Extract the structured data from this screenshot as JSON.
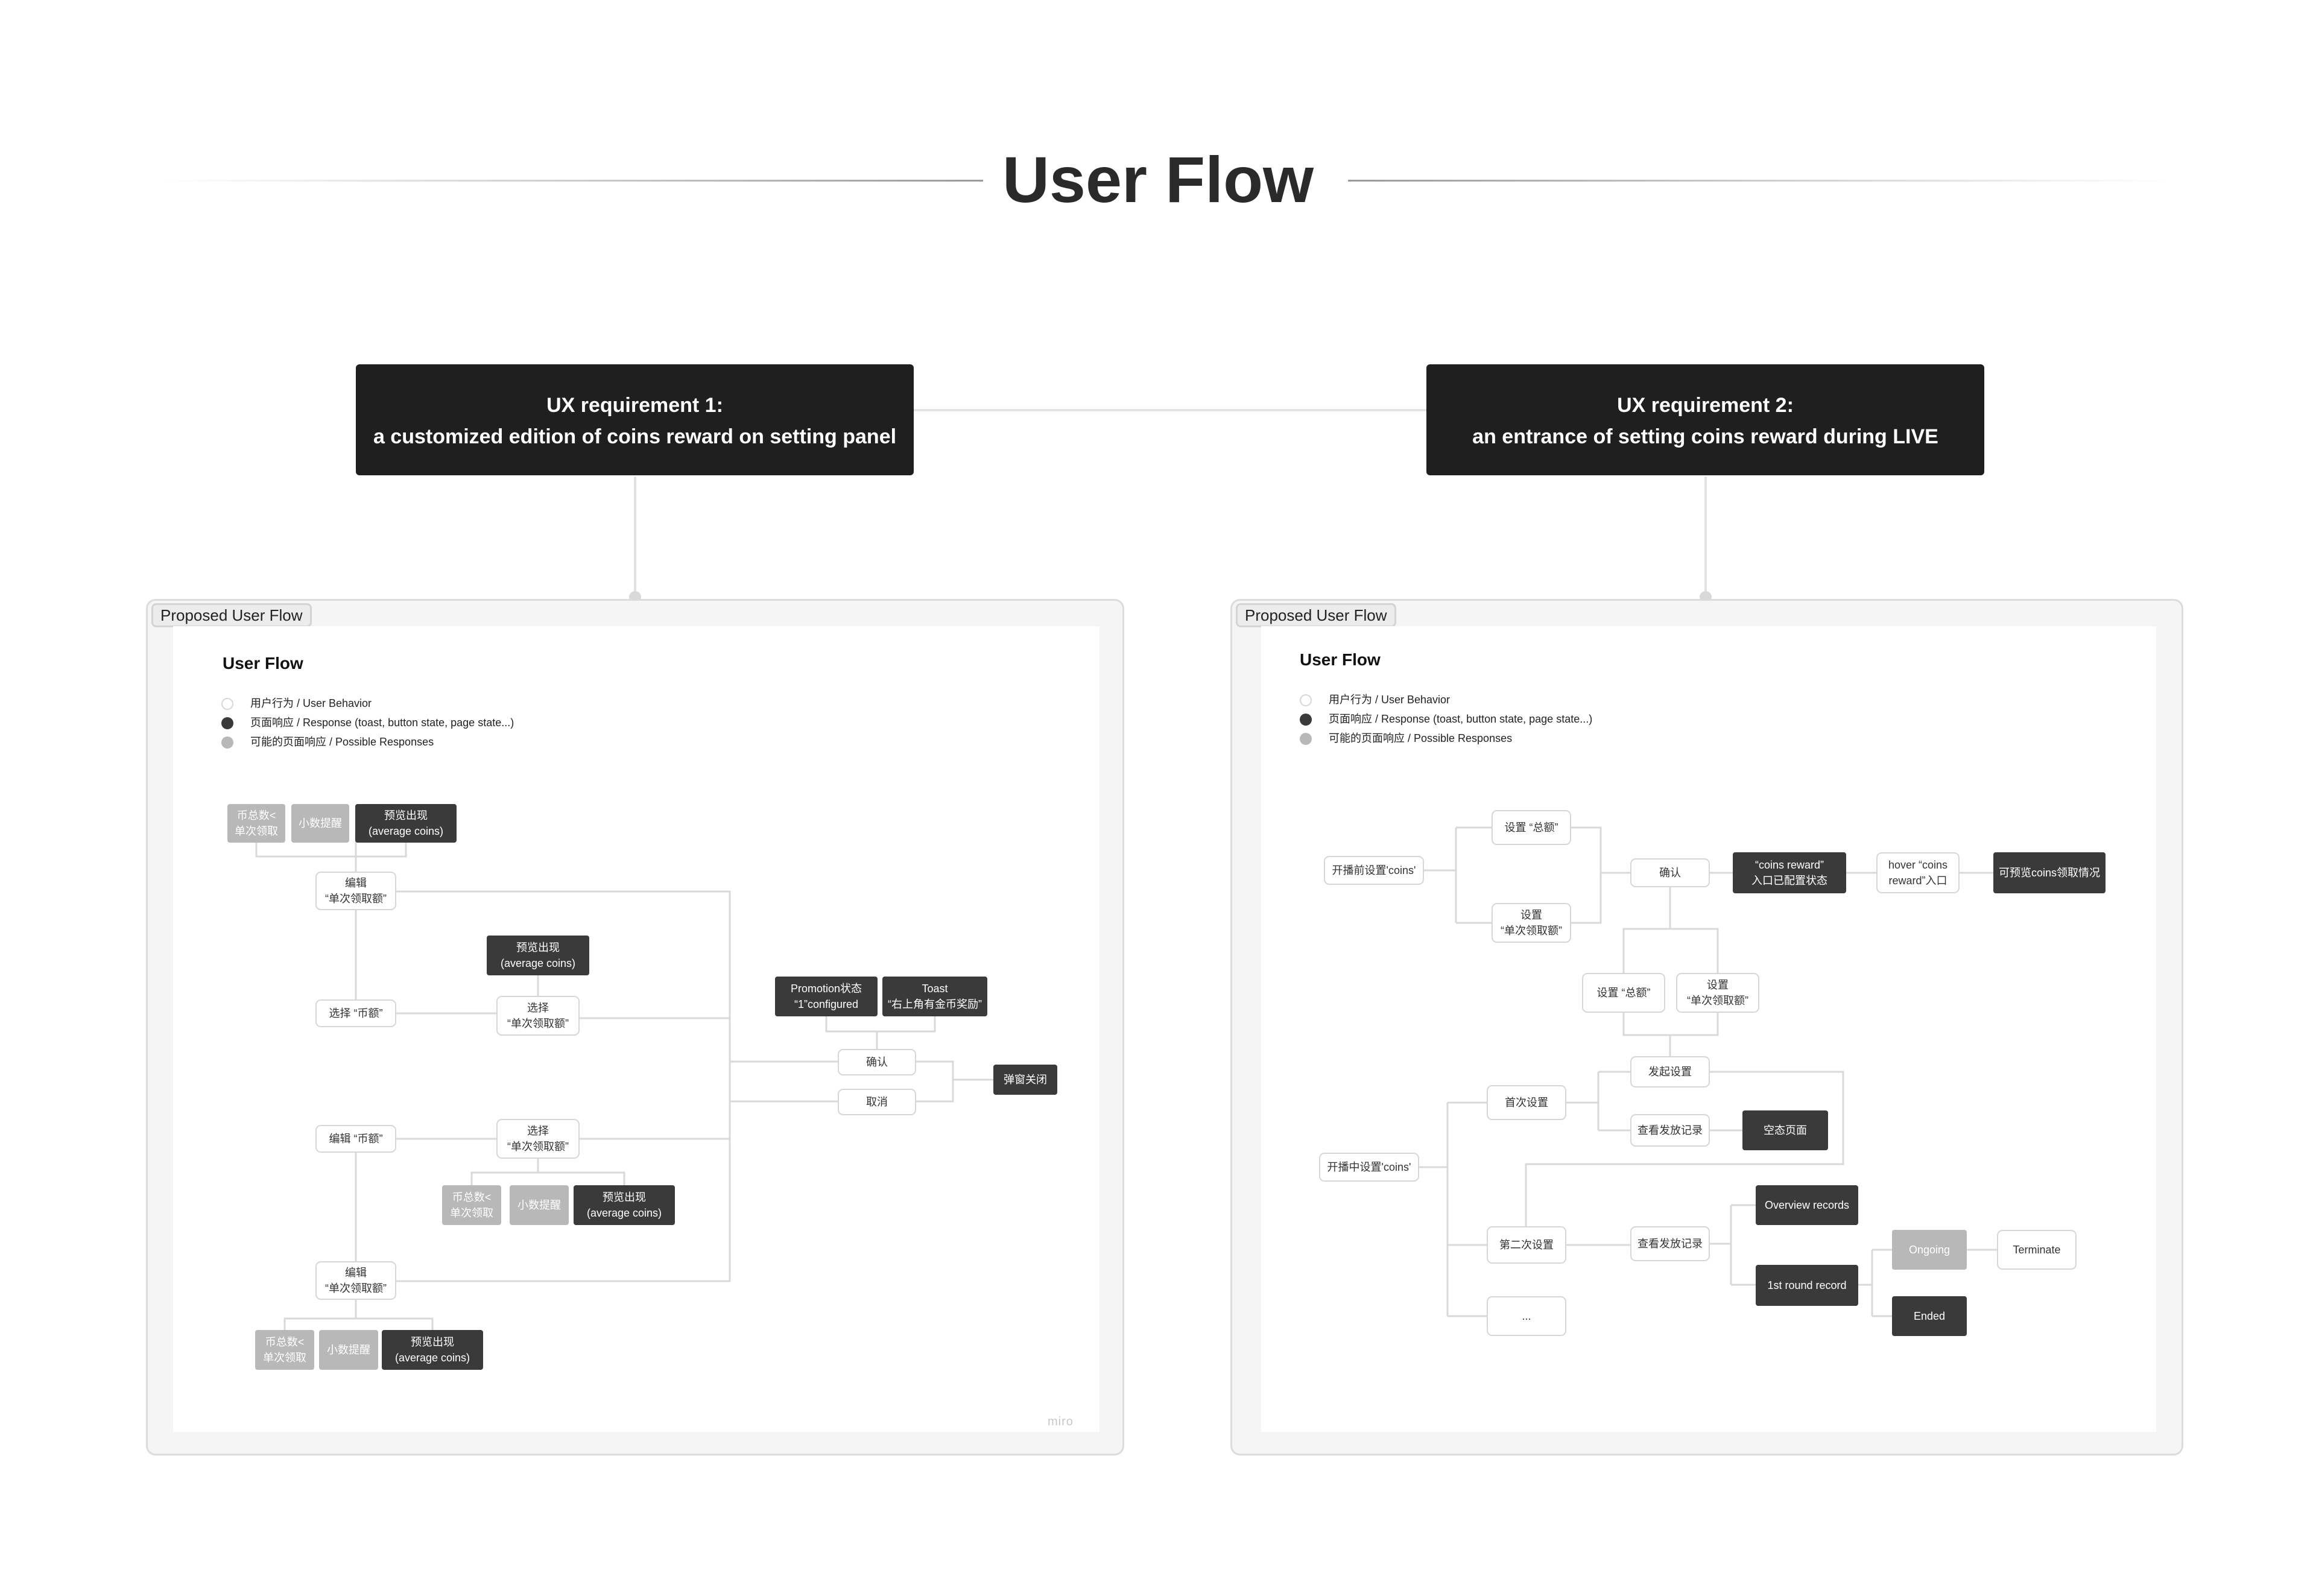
{
  "page": {
    "title": "User Flow"
  },
  "requirements": {
    "req1": {
      "line1": "UX requirement 1:",
      "line2": "a customized edition of coins reward on setting panel"
    },
    "req2": {
      "line1": "UX requirement 2:",
      "line2": "an entrance of setting coins reward during LIVE"
    }
  },
  "colors": {
    "dark": "#3a3a3a",
    "gray": "#b8b8b8",
    "white": "#ffffff",
    "connector": "#d9d9d9"
  },
  "panels": [
    {
      "tag": "Proposed User Flow",
      "flow_title": "User Flow",
      "legend": [
        {
          "text": "用户行为 / User Behavior",
          "kind": "white"
        },
        {
          "text": "页面响应 / Response (toast, button state, page state...)",
          "kind": "dark"
        },
        {
          "text": "可能的页面响应 / Possible Responses",
          "kind": "gray"
        }
      ],
      "watermark": "miro",
      "nodes": [
        {
          "kind": "gray",
          "lines": [
            "币总数<",
            "单次领取"
          ]
        },
        {
          "kind": "gray",
          "lines": [
            "小数提醒"
          ]
        },
        {
          "kind": "dark",
          "lines": [
            "预览出现",
            "(average coins)"
          ]
        },
        {
          "kind": "white",
          "lines": [
            "编辑",
            "“单次领取额”"
          ]
        },
        {
          "kind": "dark",
          "lines": [
            "预览出现",
            "(average coins)"
          ]
        },
        {
          "kind": "white",
          "lines": [
            "选择 “币额”"
          ]
        },
        {
          "kind": "white",
          "lines": [
            "选择",
            "“单次领取额”"
          ]
        },
        {
          "kind": "dark",
          "lines": [
            "Promotion状态",
            "“1”configured"
          ]
        },
        {
          "kind": "dark",
          "lines": [
            "Toast",
            "“右上角有金币奖励”"
          ]
        },
        {
          "kind": "white",
          "lines": [
            "确认"
          ]
        },
        {
          "kind": "white",
          "lines": [
            "取消"
          ]
        },
        {
          "kind": "dark",
          "lines": [
            "弹窗关闭"
          ]
        },
        {
          "kind": "white",
          "lines": [
            "编辑 “币额”"
          ]
        },
        {
          "kind": "white",
          "lines": [
            "选择",
            "“单次领取额”"
          ]
        },
        {
          "kind": "gray",
          "lines": [
            "币总数<",
            "单次领取"
          ]
        },
        {
          "kind": "gray",
          "lines": [
            "小数提醒"
          ]
        },
        {
          "kind": "dark",
          "lines": [
            "预览出现",
            "(average coins)"
          ]
        },
        {
          "kind": "white",
          "lines": [
            "编辑",
            "“单次领取额”"
          ]
        },
        {
          "kind": "gray",
          "lines": [
            "币总数<",
            "单次领取"
          ]
        },
        {
          "kind": "gray",
          "lines": [
            "小数提醒"
          ]
        },
        {
          "kind": "dark",
          "lines": [
            "预览出现",
            "(average coins)"
          ]
        }
      ]
    },
    {
      "tag": "Proposed User Flow",
      "flow_title": "User Flow",
      "legend": [
        {
          "text": "用户行为 / User Behavior",
          "kind": "white"
        },
        {
          "text": "页面响应 / Response (toast, button state, page state...)",
          "kind": "dark"
        },
        {
          "text": "可能的页面响应 / Possible Responses",
          "kind": "gray"
        }
      ],
      "watermark": "",
      "nodes": [
        {
          "kind": "white",
          "lines": [
            "开播前设置'coins'"
          ]
        },
        {
          "kind": "white",
          "lines": [
            "设置 “总额”"
          ]
        },
        {
          "kind": "white",
          "lines": [
            "设置",
            "“单次领取额”"
          ]
        },
        {
          "kind": "white",
          "lines": [
            "确认"
          ]
        },
        {
          "kind": "dark",
          "lines": [
            "“coins reward”",
            "入口已配置状态"
          ]
        },
        {
          "kind": "white",
          "lines": [
            "hover “coins",
            "reward”入口"
          ]
        },
        {
          "kind": "dark",
          "lines": [
            "可预览coins领取情况"
          ]
        },
        {
          "kind": "white",
          "lines": [
            "设置 “总额”"
          ]
        },
        {
          "kind": "white",
          "lines": [
            "设置",
            "“单次领取额”"
          ]
        },
        {
          "kind": "white",
          "lines": [
            "发起设置"
          ]
        },
        {
          "kind": "white",
          "lines": [
            "首次设置"
          ]
        },
        {
          "kind": "white",
          "lines": [
            "查看发放记录"
          ]
        },
        {
          "kind": "dark",
          "lines": [
            "空态页面"
          ]
        },
        {
          "kind": "white",
          "lines": [
            "开播中设置'coins'"
          ]
        },
        {
          "kind": "dark",
          "lines": [
            "Overview records"
          ]
        },
        {
          "kind": "white",
          "lines": [
            "第二次设置"
          ]
        },
        {
          "kind": "white",
          "lines": [
            "查看发放记录"
          ]
        },
        {
          "kind": "gray",
          "lines": [
            "Ongoing"
          ]
        },
        {
          "kind": "white",
          "lines": [
            "Terminate"
          ]
        },
        {
          "kind": "dark",
          "lines": [
            "1st round record"
          ]
        },
        {
          "kind": "dark",
          "lines": [
            "Ended"
          ]
        },
        {
          "kind": "white",
          "lines": [
            "..."
          ]
        }
      ]
    }
  ]
}
